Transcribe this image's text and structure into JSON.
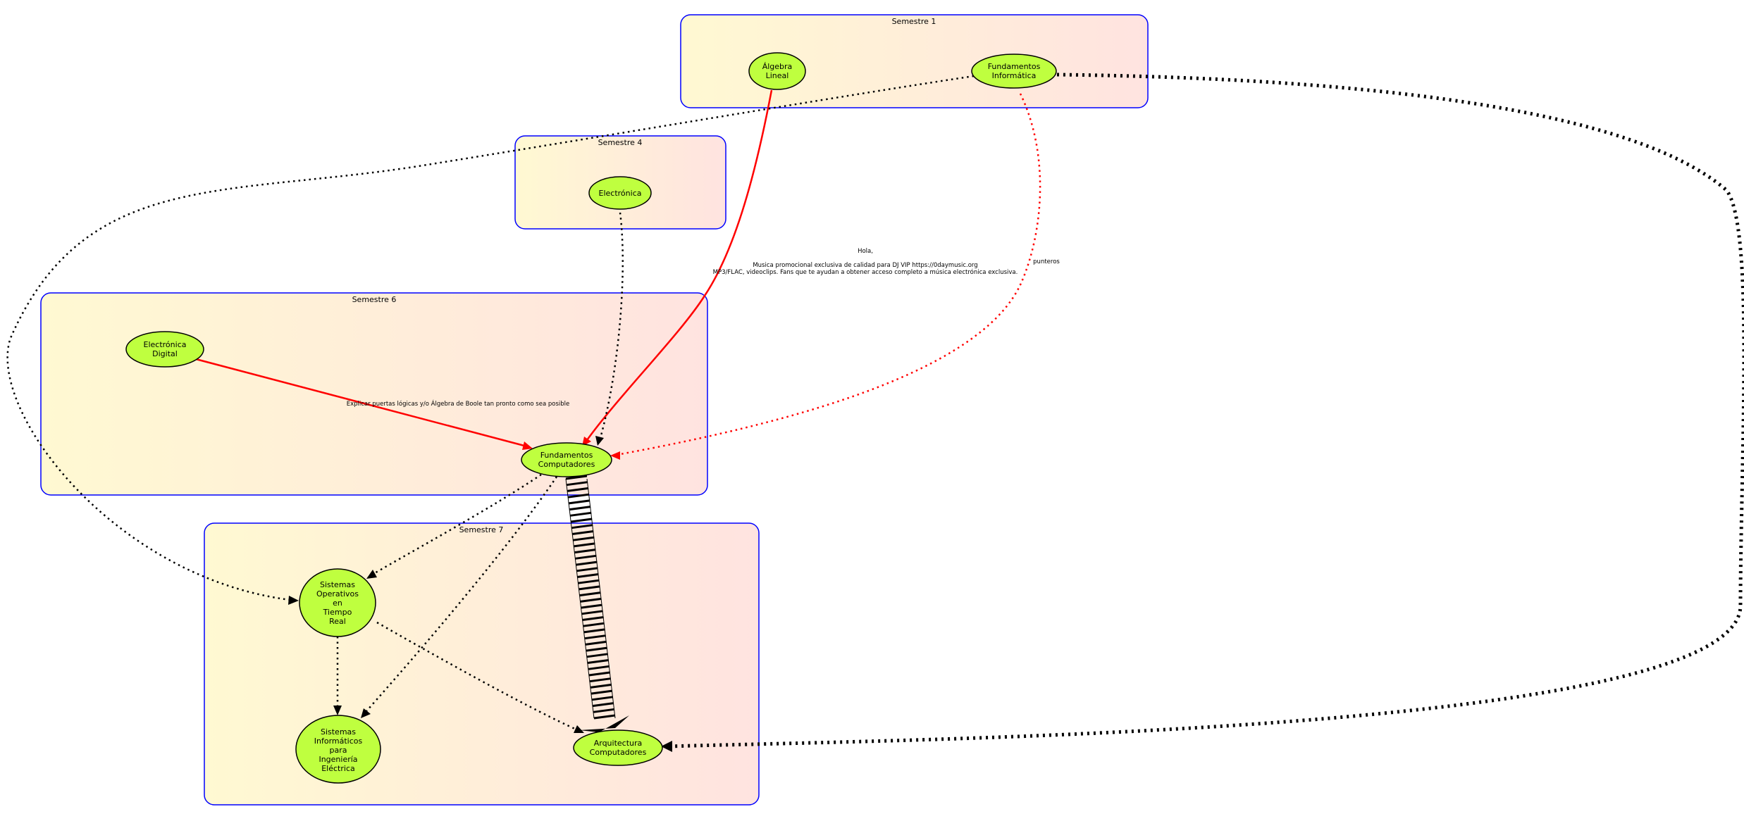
{
  "colors": {
    "cluster_border": "#0000ff",
    "cluster_fill_start": "#fff9d2",
    "cluster_fill_end": "#ffe3e0",
    "node_fill": "#bfff3f",
    "node_stroke": "#000000",
    "edge_red": "#ff0000",
    "edge_black": "#000000"
  },
  "clusters": [
    {
      "id": "sem1",
      "title": "Semestre 1"
    },
    {
      "id": "sem4",
      "title": "Semestre 4"
    },
    {
      "id": "sem6",
      "title": "Semestre 6"
    },
    {
      "id": "sem7",
      "title": "Semestre 7"
    }
  ],
  "nodes": [
    {
      "id": "algebra",
      "lines": [
        "Álgebra",
        "Lineal"
      ]
    },
    {
      "id": "fundinf",
      "lines": [
        "Fundamentos",
        "Informática"
      ]
    },
    {
      "id": "electronica",
      "lines": [
        "Electrónica"
      ]
    },
    {
      "id": "elecdig",
      "lines": [
        "Electrónica",
        "Digital"
      ]
    },
    {
      "id": "fundcomp",
      "lines": [
        "Fundamentos",
        "Computadores"
      ]
    },
    {
      "id": "sotr",
      "lines": [
        "Sistemas",
        "Operativos",
        "en",
        "Tiempo",
        "Real"
      ]
    },
    {
      "id": "siie",
      "lines": [
        "Sistemas",
        "Informáticos",
        "para",
        "Ingeniería",
        "Eléctrica"
      ]
    },
    {
      "id": "arqcomp",
      "lines": [
        "Arquitectura",
        "Computadores"
      ]
    }
  ],
  "edges": [
    {
      "from": "algebra",
      "to": "fundcomp",
      "style": "solid",
      "color": "red"
    },
    {
      "from": "fundinf",
      "to": "fundcomp",
      "style": "dotted",
      "color": "red",
      "label": "punteros"
    },
    {
      "from": "fundinf",
      "to": "sotr",
      "style": "dotted",
      "color": "black"
    },
    {
      "from": "fundinf",
      "to": "arqcomp",
      "style": "dotted-bold",
      "color": "black"
    },
    {
      "from": "electronica",
      "to": "fundcomp",
      "style": "dotted",
      "color": "black"
    },
    {
      "from": "elecdig",
      "to": "fundcomp",
      "style": "solid",
      "color": "red",
      "label": "Explicar puertas lógicas y/o Álgebra de Boole tan pronto como sea posible"
    },
    {
      "from": "fundcomp",
      "to": "sotr",
      "style": "dotted",
      "color": "black"
    },
    {
      "from": "fundcomp",
      "to": "siie",
      "style": "dotted",
      "color": "black"
    },
    {
      "from": "fundcomp",
      "to": "arqcomp",
      "style": "ladder",
      "color": "black"
    },
    {
      "from": "sotr",
      "to": "siie",
      "style": "dotted",
      "color": "black"
    },
    {
      "from": "sotr",
      "to": "arqcomp",
      "style": "dotted",
      "color": "black"
    }
  ],
  "floating_note": {
    "lines": [
      "Hola,",
      "Musica promocional exclusiva de calidad para DJ VIP https://0daymusic.org",
      "MP3/FLAC, videoclips. Fans que te ayudan a obtener acceso completo a música electrónica exclusiva."
    ]
  }
}
